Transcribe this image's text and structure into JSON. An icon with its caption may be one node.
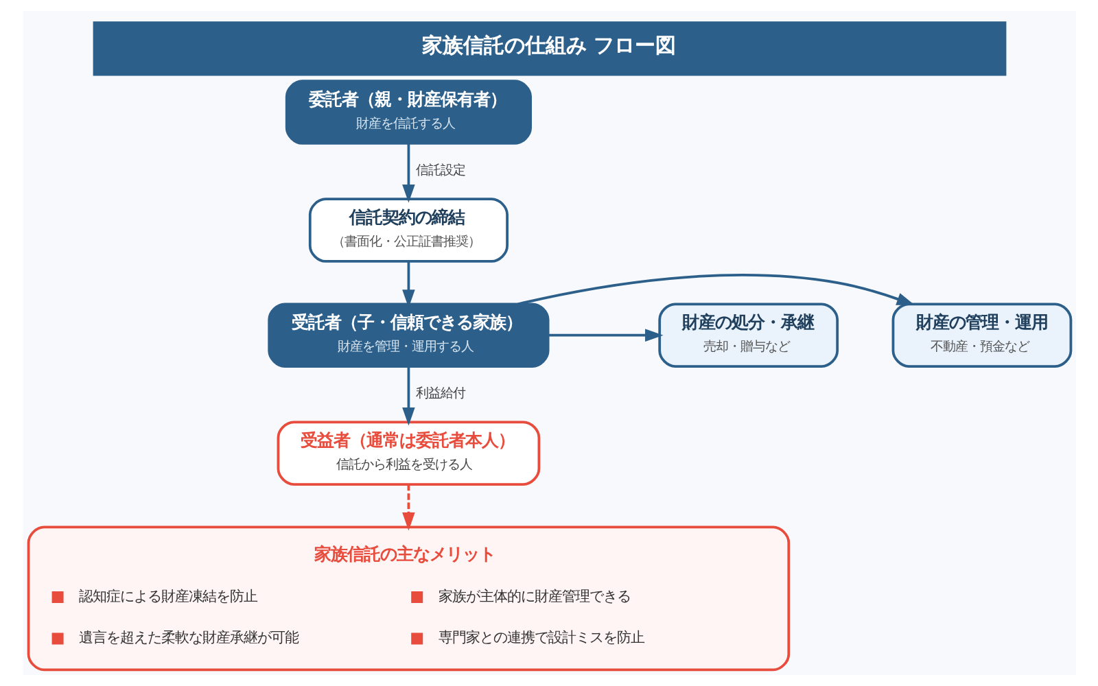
{
  "diagram": {
    "title": "家族信託の仕組み フロー図",
    "nodes": [
      {
        "text": [
          "委託者（親・財産保有者）",
          "財産を信託する人"
        ]
      },
      {
        "text": [
          "信託契約の締結",
          "（書面化・公正証書推奨）"
        ]
      },
      {
        "text": [
          "財産の管理・運用",
          "不動産・預金など"
        ]
      },
      {
        "text": [
          "受託者（子・信頼できる家族）",
          "財産を管理・運用する人"
        ]
      },
      {
        "text": [
          "財産の処分・承継",
          "売却・贈与など"
        ]
      },
      {
        "text": [
          "受益者（通常は委託者本人）",
          "信託から利益を受ける人"
        ]
      },
      {
        "text": [
          "家族信託の主なメリット",
          "認知症による財産凍結を防止",
          "家族が主体的に財産管理できる",
          "遺言を超えた柔軟な財産承継が可能",
          "専門家との連携で設計ミスを防止"
        ]
      }
    ],
    "edges": [
      {
        "from": 0,
        "to": 1,
        "arrow": "to",
        "label": "信託設定"
      },
      {
        "from": 1,
        "to": 3,
        "arrow": "to"
      },
      {
        "from": 3,
        "to": 2,
        "arrow": "to"
      },
      {
        "from": 3,
        "to": 4,
        "arrow": "to"
      },
      {
        "from": 3,
        "to": 5,
        "arrow": "to",
        "label": "利益給付"
      },
      {
        "from": 5,
        "to": 6,
        "arrow": "to",
        "style": "dashed",
        "color": "#e74c3c"
      }
    ]
  }
}
